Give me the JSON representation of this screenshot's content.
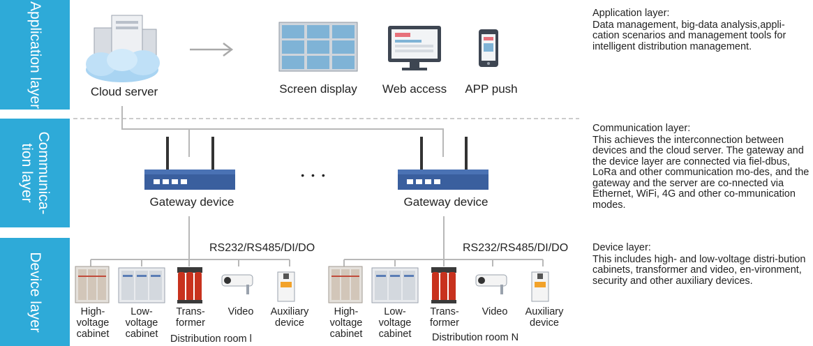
{
  "layers": {
    "application": "Application layer",
    "communication": "Communica- tion layer",
    "device": "Device layer"
  },
  "application_row": {
    "cloud_server": "Cloud server",
    "screen_display": "Screen display",
    "web_access": "Web access",
    "app_push": "APP push"
  },
  "communication_row": {
    "gateway_1": "Gateway device",
    "gateway_2": "Gateway device",
    "ellipsis": "• • •"
  },
  "device_row": {
    "protocol_1": "RS232/RS485/DI/DO",
    "protocol_2": "RS232/RS485/DI/DO",
    "room_1": "Distribution room l",
    "room_2": "Distribution room N",
    "devices": [
      "High-voltage cabinet",
      "Low-voltage cabinet",
      "Trans-former",
      "Video",
      "Auxiliary device"
    ]
  },
  "descriptions": {
    "application": {
      "title": "Application layer:",
      "text": "Data management, big-data analysis,appli-cation scenarios and management tools for intelligent distribution management."
    },
    "communication": {
      "title": "Communication layer:",
      "text": "This achieves the interconnection between devices and the cloud server. The gateway and the device layer are connected via fiel-dbus, LoRa and other communication mo-des, and the gateway and the server are co-nnected via Ethernet, WiFi, 4G and other co-mmunication modes."
    },
    "device": {
      "title": "Device layer:",
      "text": "This includes high- and low-voltage distri-bution cabinets, transformer and video, en-vironment, security and other auxiliary devices."
    }
  },
  "colors": {
    "band": "#2eaad8",
    "gateway": "#3a5f9e",
    "transformer": "#c8321e",
    "line": "#b8b8b8"
  }
}
